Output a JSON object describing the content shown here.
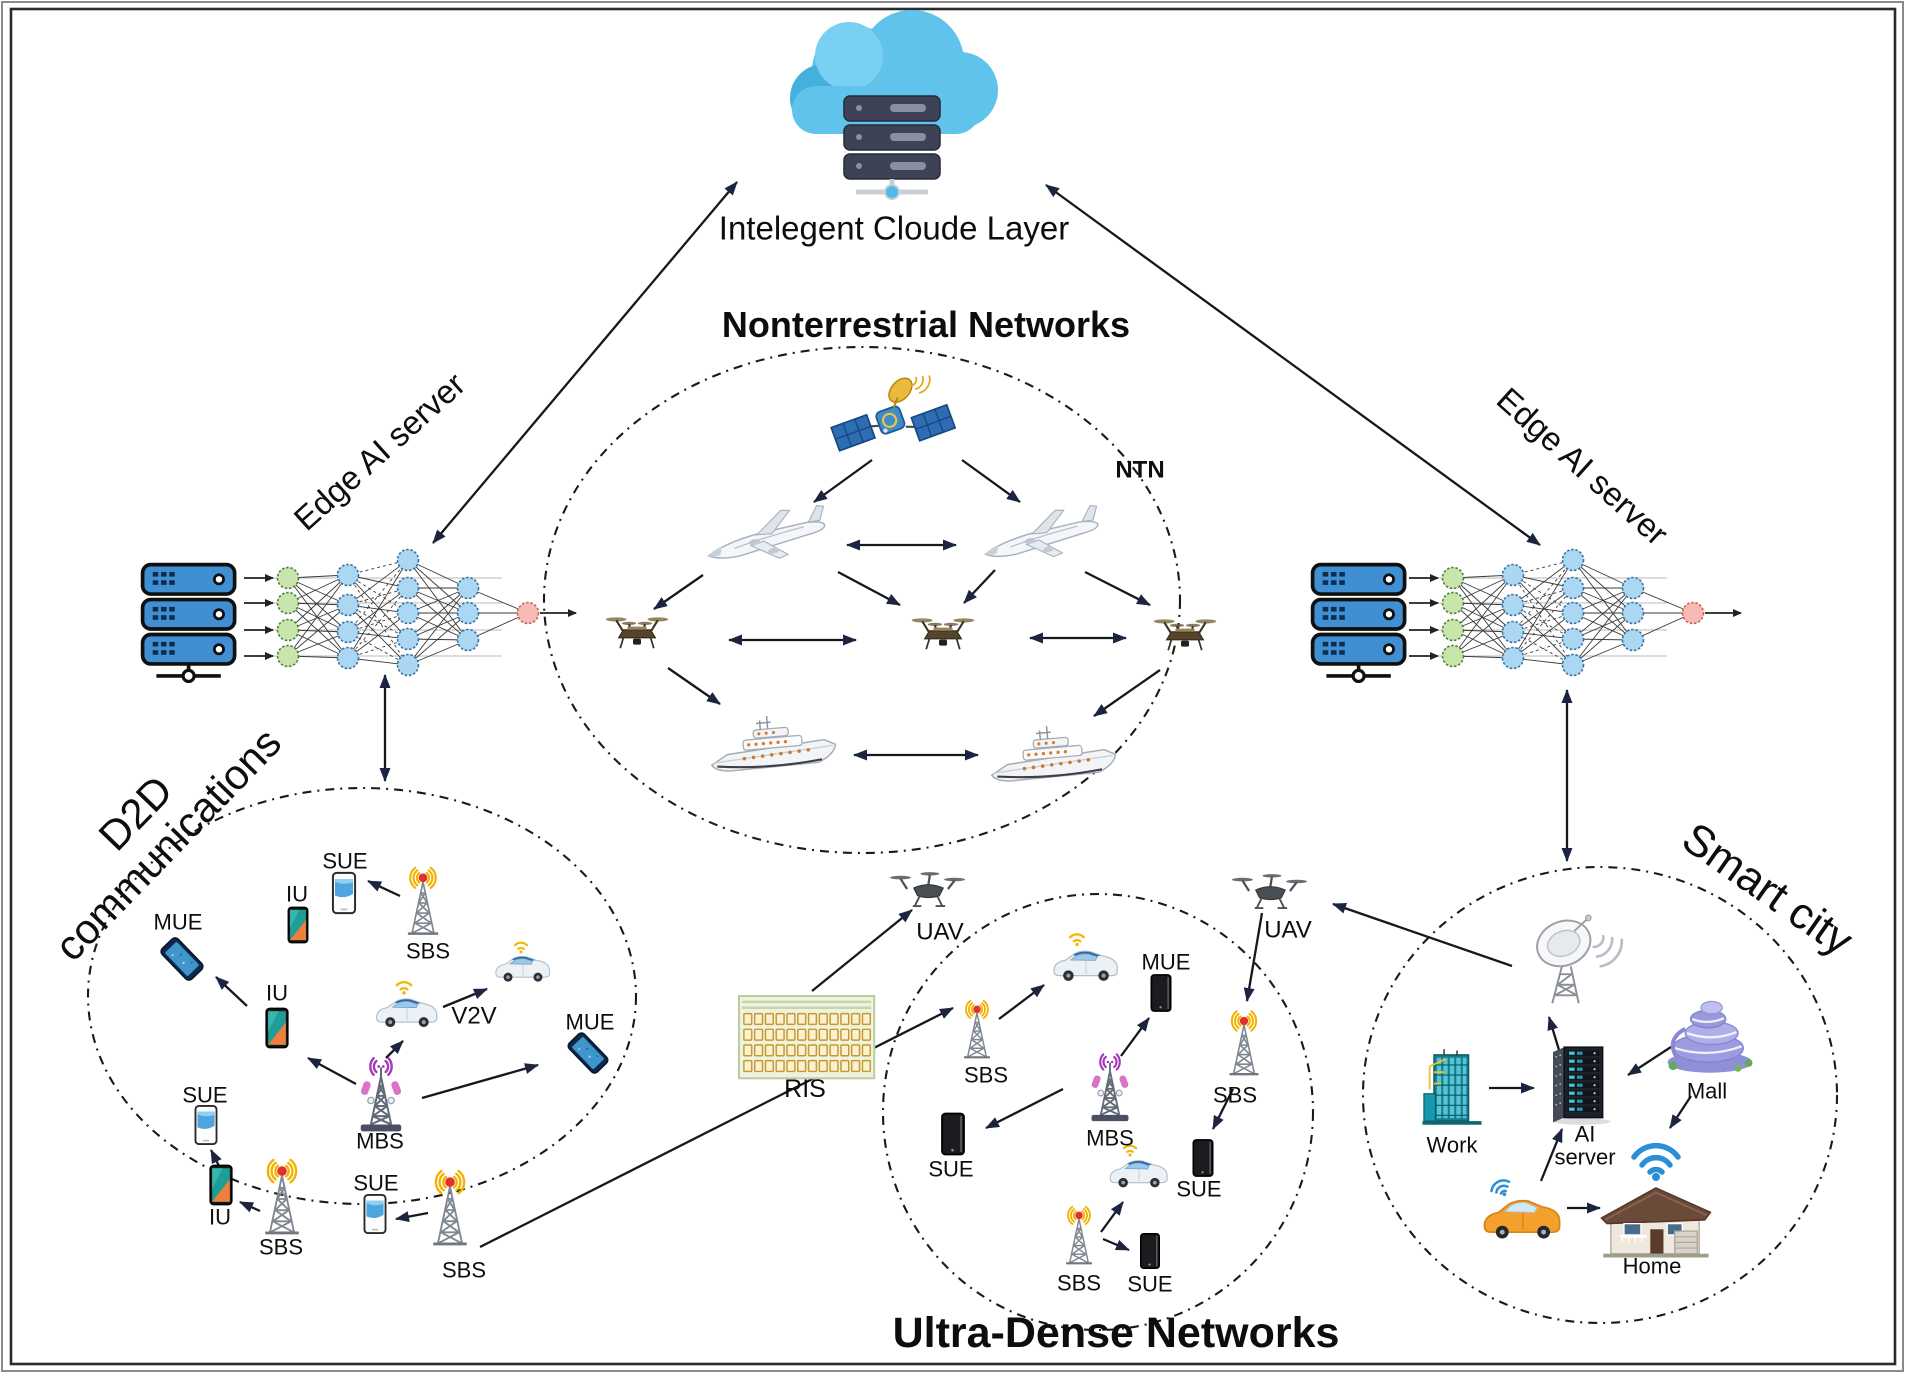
{
  "cloud": {
    "label": "Intelegent Cloude Layer"
  },
  "ntn": {
    "title": "Nonterrestrial Networks",
    "badge": "NTN"
  },
  "edge": {
    "left_label": "Edge AI server",
    "right_label": "Edge AI server"
  },
  "d2d": {
    "title_line1": "D2D",
    "title_line2": "communications",
    "sue": "SUE",
    "iu": "IU",
    "mue": "MUE",
    "sbs": "SBS",
    "mbs": "MBS",
    "v2v": "V2V"
  },
  "mid": {
    "ris": "RIS",
    "uav": "UAV"
  },
  "udn": {
    "title": "Ultra-Dense Networks",
    "sbs": "SBS",
    "sue": "SUE",
    "mue": "MUE",
    "mbs": "MBS"
  },
  "city": {
    "title": "Smart city",
    "work": "Work",
    "ai_line1": "AI",
    "ai_line2": "server",
    "mall": "Mall",
    "home": "Home"
  },
  "colors": {
    "cloud_blue": "#5fc3ec",
    "server_blue": "#3f8fd2",
    "nn_green": "#c8e6ac",
    "nn_blue": "#abd7f2",
    "nn_pink": "#f7bab4",
    "sbs_red": "#e2302a",
    "wave_yellow": "#f2b200",
    "wave_purple": "#a438b8",
    "wifi_blue": "#2a8fd4",
    "arrow": "#15181c"
  }
}
